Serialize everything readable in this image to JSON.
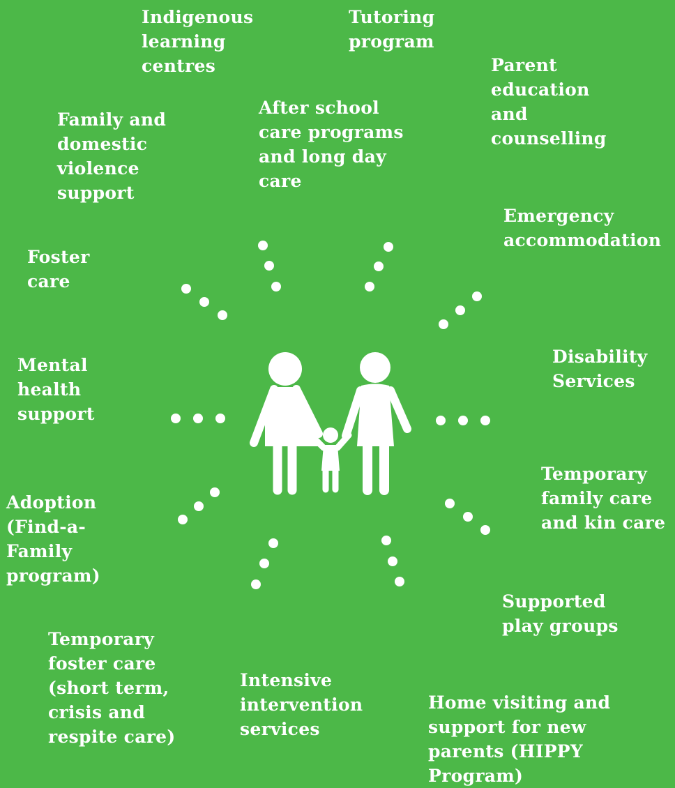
{
  "diagram": {
    "background_color": "#4cb848",
    "foreground_color": "#ffffff",
    "center_icon": "family-icon",
    "services": [
      {
        "id": "indigenous",
        "lines": [
          "Indigenous",
          "learning",
          "centres"
        ]
      },
      {
        "id": "tutoring",
        "lines": [
          "Tutoring",
          "program"
        ]
      },
      {
        "id": "parent-education",
        "lines": [
          "Parent",
          "education",
          "and",
          "counselling"
        ]
      },
      {
        "id": "after-school",
        "lines": [
          "After school",
          "care programs",
          "and long day",
          "care"
        ]
      },
      {
        "id": "family-violence",
        "lines": [
          "Family and",
          "domestic",
          "violence",
          "support"
        ]
      },
      {
        "id": "emergency",
        "lines": [
          "Emergency",
          "accommodation"
        ]
      },
      {
        "id": "foster",
        "lines": [
          "Foster",
          "care"
        ]
      },
      {
        "id": "disability",
        "lines": [
          "Disability",
          "Services"
        ]
      },
      {
        "id": "mental-health",
        "lines": [
          "Mental",
          "health",
          "support"
        ]
      },
      {
        "id": "temporary-family",
        "lines": [
          "Temporary",
          "family care",
          "and kin care"
        ]
      },
      {
        "id": "adoption",
        "lines": [
          "Adoption",
          "(Find-a-",
          "Family",
          "program)"
        ]
      },
      {
        "id": "supported-play",
        "lines": [
          "Supported",
          "play groups"
        ]
      },
      {
        "id": "temporary-foster",
        "lines": [
          "Temporary",
          "foster care",
          "(short term,",
          "crisis and",
          "respite care)"
        ]
      },
      {
        "id": "intensive",
        "lines": [
          "Intensive",
          "intervention",
          "services"
        ]
      },
      {
        "id": "home-visiting",
        "lines": [
          "Home visiting and",
          "support for new",
          "parents (HIPPY",
          "Program)"
        ]
      }
    ]
  }
}
